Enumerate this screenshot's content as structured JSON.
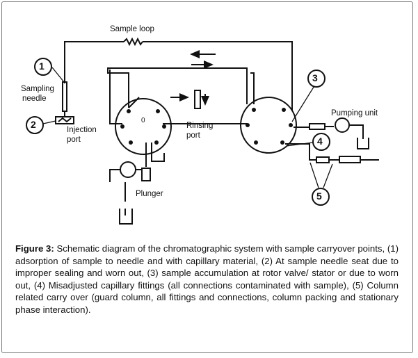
{
  "labels": {
    "sample_loop": "Sample loop",
    "sampling_needle_1": "Sampling",
    "sampling_needle_2": "needle",
    "injection_port_1": "Injection",
    "injection_port_2": "port",
    "rinsing_port_1": "Rinsing",
    "rinsing_port_2": "port",
    "pumping_unit": "Pumping unit",
    "plunger": "Plunger",
    "valve_zero": "0"
  },
  "callouts": [
    "1",
    "2",
    "3",
    "4",
    "5"
  ],
  "caption": {
    "prefix": "Figure 3:",
    "text": " Schematic diagram of the chromatographic system with sample carryover points, (1) adsorption of sample to needle and with capillary material, (2) At sample needle seat due to improper sealing and worn out, (3) sample accumulation at rotor valve/ stator or due to worn out, (4) Misadjusted capillary fittings (all connections contaminated with sample), (5) Column related carry over (guard column, all fittings and connections, column packing and stationary phase interaction)."
  }
}
